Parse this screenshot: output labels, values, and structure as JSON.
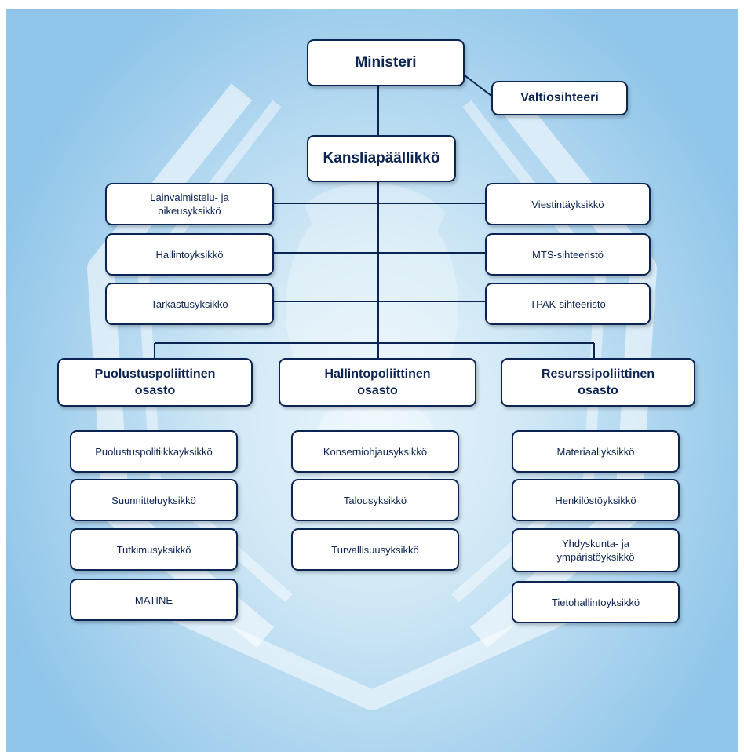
{
  "minister": "Ministeri",
  "state_secretary": "Valtiosihteeri",
  "permanent_secretary": "Kansliapäällikkö",
  "staff_units_left": [
    "Lainvalmistelu- ja oikeusyksikkö",
    "Hallintoyksikkö",
    "Tarkastusyksikkö"
  ],
  "staff_units_right": [
    "Viestintäyksikkö",
    "MTS-sihteeristö",
    "TPAK-sihteeristö"
  ],
  "departments": [
    {
      "name": "Puolustuspoliittinen osasto",
      "units": [
        "Puolustuspolitiikkayksikkö",
        "Suunnitteluyksikkö",
        "Tutkimusyksikkö",
        "MATINE"
      ]
    },
    {
      "name": "Hallintopoliittinen osasto",
      "units": [
        "Konserniohjausyksikkö",
        "Talousyksikkö",
        "Turvallisuusyksikkö"
      ]
    },
    {
      "name": "Resurssipoliittinen osasto",
      "units": [
        "Materiaaliyksikkö",
        "Henkilöstöyksikkö",
        "Yhdyskunta- ja ympäristöyksikkö",
        "Tietohallintoyksikkö"
      ]
    }
  ],
  "colors": {
    "box_border": "#0c2452",
    "text": "#0c2452",
    "background": "#a8d2ee",
    "emblem": "#ffffff"
  }
}
